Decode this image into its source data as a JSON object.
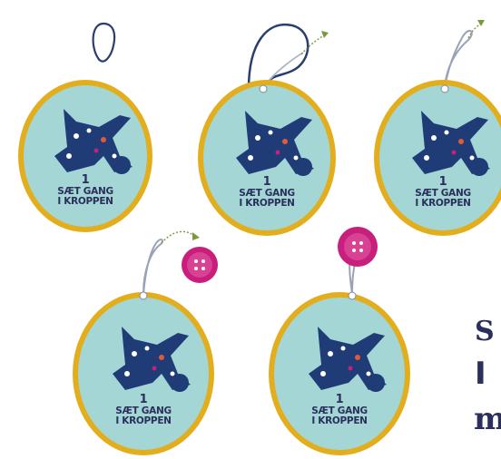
{
  "tags": [
    {
      "num": "1",
      "line1": "SÆT GANG",
      "line2": "I KROPPEN"
    },
    {
      "num": "1",
      "line1": "SÆT GANG",
      "line2": "I KROPPEN"
    },
    {
      "num": "1",
      "line1": "SÆT GANG",
      "line2": "I KROPPEN"
    },
    {
      "num": "1",
      "line1": "SÆT GANG",
      "line2": "I KROPPEN"
    },
    {
      "num": "1",
      "line1": "SÆT GANG",
      "line2": "I KROPPEN"
    }
  ],
  "side_text": [
    "S",
    "I",
    "m"
  ],
  "colors": {
    "tag_fill": "#a4d6d6",
    "tag_border": "#e3ae1e",
    "figure": "#1f3c77",
    "string": "#2a3f70",
    "button": "#c81e7c",
    "arrow": "#7a9a3a"
  }
}
